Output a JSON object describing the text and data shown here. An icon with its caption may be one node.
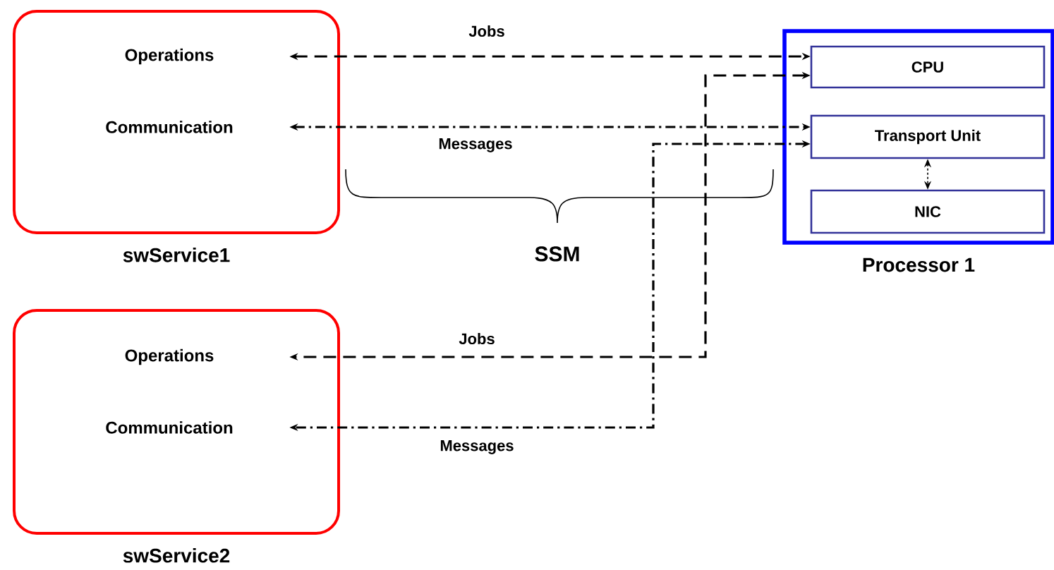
{
  "diagram": {
    "nodes": [
      {
        "text": [
          "swService1"
        ]
      },
      {
        "text": [
          "Operations"
        ],
        "in": 0
      },
      {
        "text": [
          "Communication"
        ],
        "in": 0
      },
      {
        "text": [
          "swService2"
        ]
      },
      {
        "text": [
          "Operations"
        ],
        "in": 3
      },
      {
        "text": [
          "Communication"
        ],
        "in": 3
      },
      {
        "text": [
          "Processor 1"
        ]
      },
      {
        "text": [
          "CPU"
        ],
        "in": 6
      },
      {
        "text": [
          "Transport Unit"
        ],
        "in": 6
      },
      {
        "text": [
          "NIC"
        ],
        "in": 6
      }
    ],
    "edges": [
      {
        "from": 1,
        "to": 7,
        "arrow": "both",
        "label": "Jobs",
        "style": "dashed"
      },
      {
        "from": 2,
        "to": 8,
        "arrow": "both",
        "label": "Messages",
        "style": "dashed"
      },
      {
        "from": 7,
        "to": 4,
        "arrow": "both",
        "label": "Jobs",
        "style": "dashed"
      },
      {
        "from": 8,
        "to": 5,
        "arrow": "both",
        "label": "Messages",
        "style": "dashed"
      },
      {
        "from": 8,
        "to": 9,
        "arrow": "both",
        "style": "dashed"
      }
    ],
    "labels": [
      "SSM"
    ]
  }
}
